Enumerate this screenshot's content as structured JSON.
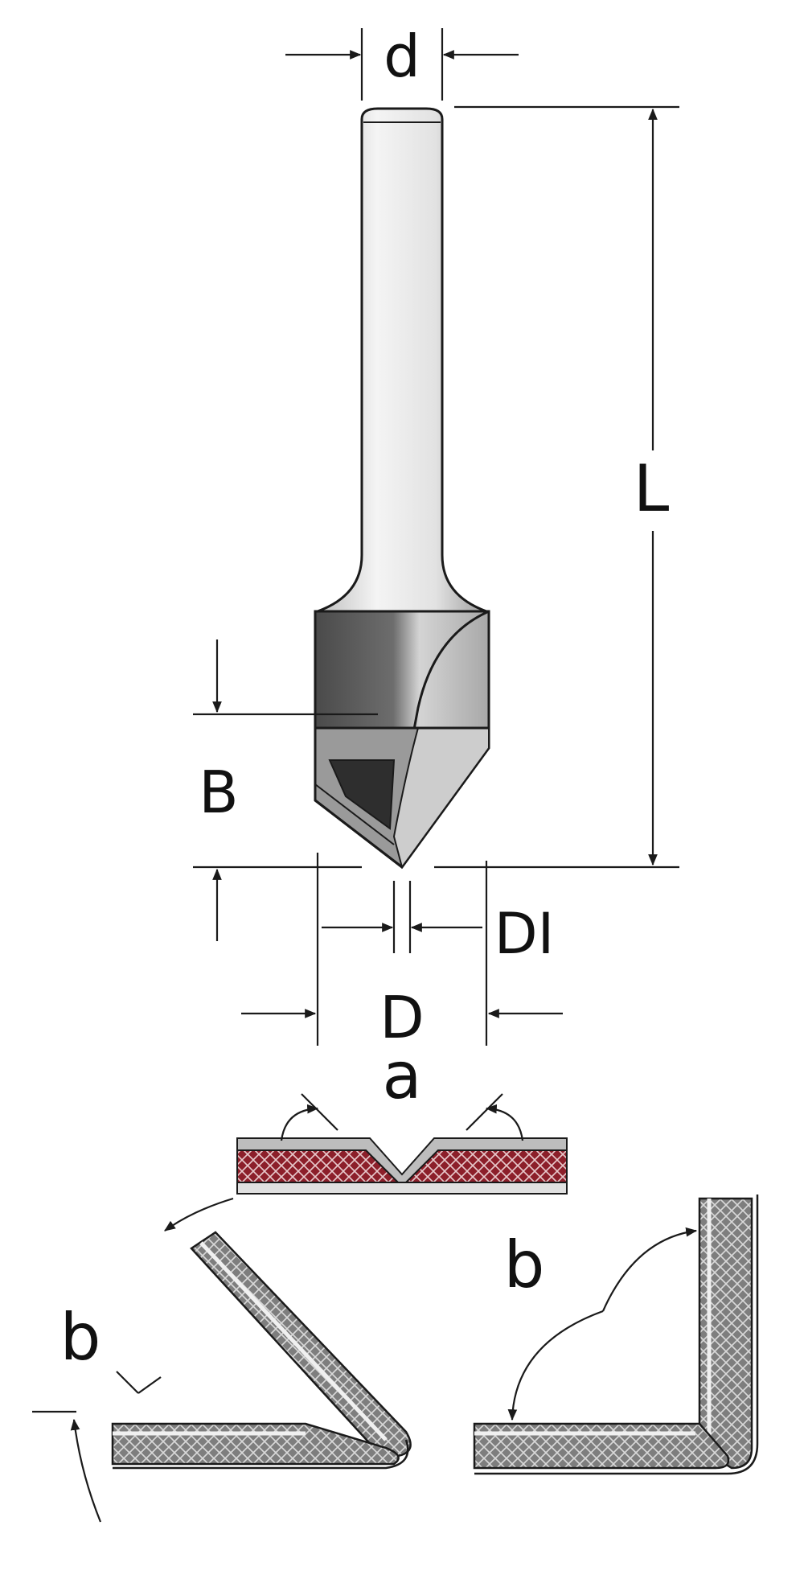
{
  "labels": {
    "shank_diameter": "d",
    "overall_length": "L",
    "cutting_height": "B",
    "tip_diameter": "DI",
    "cutting_diameter": "D",
    "groove_angle": "a",
    "fold_angle_left": "b",
    "fold_angle_right": "b"
  },
  "colors": {
    "line": "#1a1a1a",
    "shank_light": "#f2f2f2",
    "shank_dark": "#b9b9b9",
    "cutter_dark": "#3c3c3c",
    "cutter_mid": "#8e8e8e",
    "cutter_light": "#cfcfcf",
    "panel_core": "#8c1f2a",
    "panel_core_pattern": "#e8c9cc",
    "panel_skin": "#bdbdbd",
    "fold_core": "#8a8a8a"
  }
}
